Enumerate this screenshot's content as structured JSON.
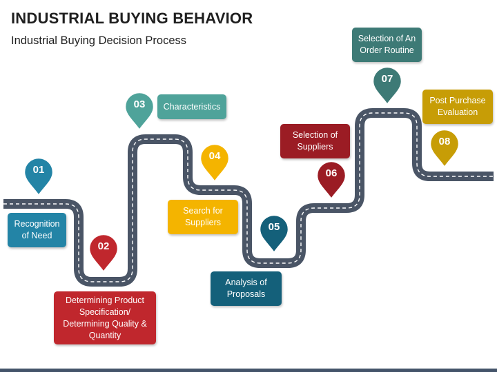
{
  "title": "INDUSTRIAL BUYING BEHAVIOR",
  "subtitle": "Industrial Buying Decision Process",
  "colors": {
    "road": "#4a5566",
    "road_dash": "#ffffff",
    "blue": "#2384a6",
    "red": "#c0272d",
    "teal": "#4fa39a",
    "yellow": "#f4b400",
    "navy": "#14607a",
    "maroon": "#9b1c24",
    "slate": "#3d7a76",
    "gold": "#c79d06",
    "footer": "#44546a"
  },
  "steps": [
    {
      "number": "01",
      "label": "Recognition of Need",
      "color": "#2384a6",
      "icon": "location-pin-icon"
    },
    {
      "number": "02",
      "label": "Determining Product Specification/ Determining Quality & Quantity",
      "color": "#c0272d",
      "icon": "location-pin-icon"
    },
    {
      "number": "03",
      "label": "Characteristics",
      "color": "#4fa39a",
      "icon": "location-pin-icon"
    },
    {
      "number": "04",
      "label": "Search for Suppliers",
      "color": "#f4b400",
      "icon": "location-pin-icon"
    },
    {
      "number": "05",
      "label": "Analysis of Proposals",
      "color": "#14607a",
      "icon": "location-pin-icon"
    },
    {
      "number": "06",
      "label": "Selection of Suppliers",
      "color": "#9b1c24",
      "icon": "location-pin-icon"
    },
    {
      "number": "07",
      "label": "Selection of An Order Routine",
      "color": "#3d7a76",
      "icon": "location-pin-icon"
    },
    {
      "number": "08",
      "label": "Post Purchase Evaluation",
      "color": "#c79d06",
      "icon": "location-pin-icon"
    }
  ]
}
